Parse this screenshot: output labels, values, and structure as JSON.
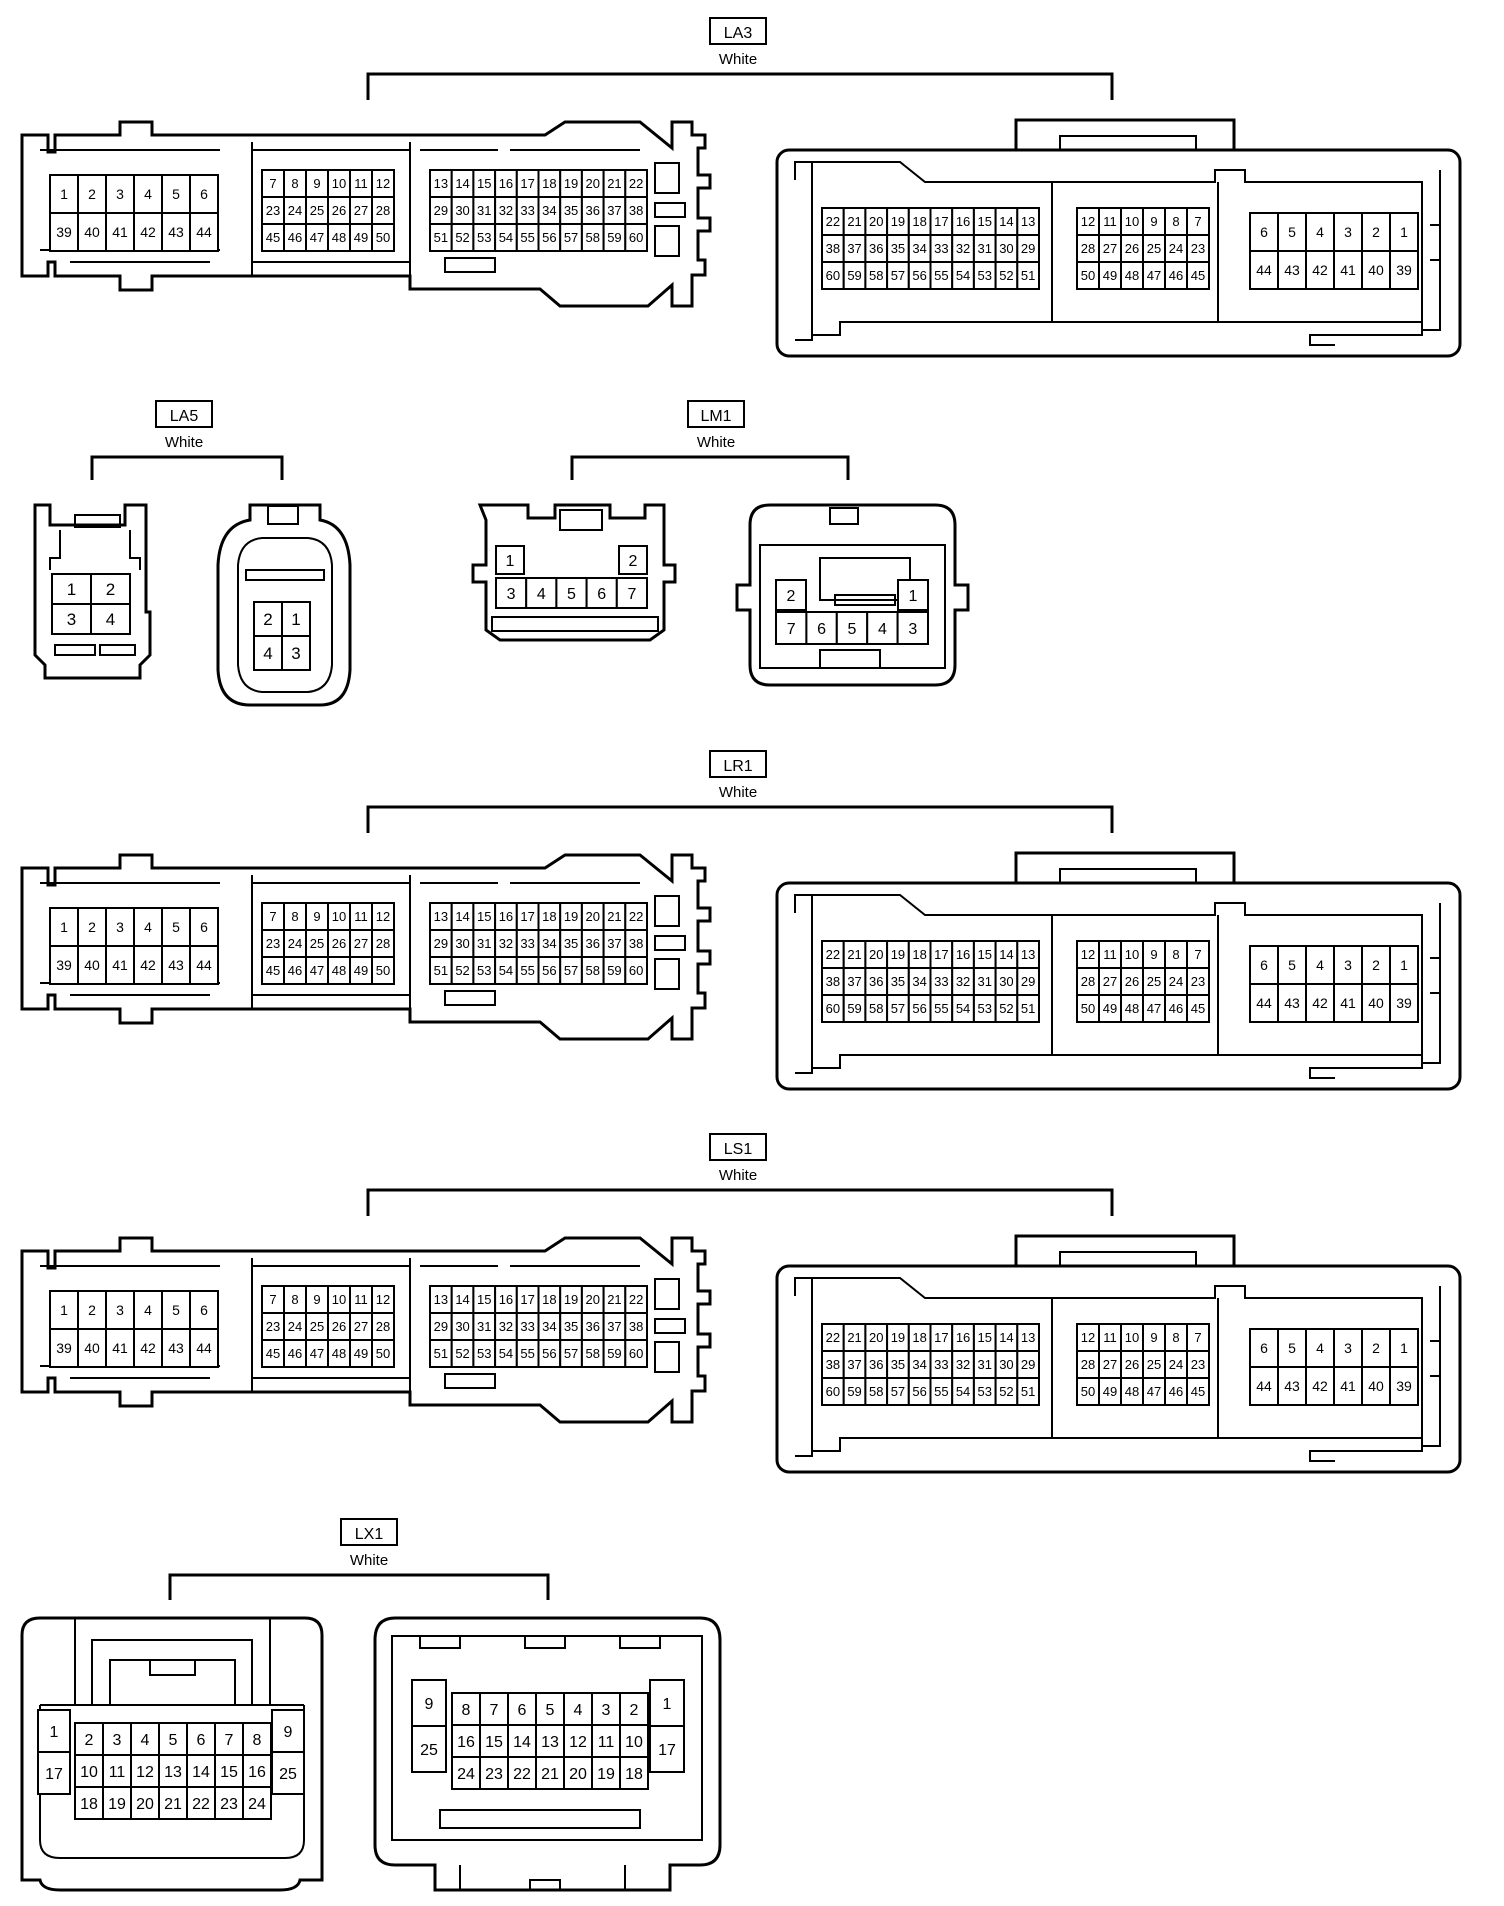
{
  "connectors": [
    {
      "code": "LA3",
      "color": "White",
      "views": [
        {
          "blocks": [
            {
              "rows": [
                [
                  "1",
                  "2",
                  "3",
                  "4",
                  "5",
                  "6"
                ],
                [
                  "39",
                  "40",
                  "41",
                  "42",
                  "43",
                  "44"
                ]
              ]
            },
            {
              "rows": [
                [
                  "7",
                  "8",
                  "9",
                  "10",
                  "11",
                  "12"
                ],
                [
                  "23",
                  "24",
                  "25",
                  "26",
                  "27",
                  "28"
                ],
                [
                  "45",
                  "46",
                  "47",
                  "48",
                  "49",
                  "50"
                ]
              ]
            },
            {
              "rows": [
                [
                  "13",
                  "14",
                  "15",
                  "16",
                  "17",
                  "18",
                  "19",
                  "20",
                  "21",
                  "22"
                ],
                [
                  "29",
                  "30",
                  "31",
                  "32",
                  "33",
                  "34",
                  "35",
                  "36",
                  "37",
                  "38"
                ],
                [
                  "51",
                  "52",
                  "53",
                  "54",
                  "55",
                  "56",
                  "57",
                  "58",
                  "59",
                  "60"
                ]
              ]
            }
          ]
        },
        {
          "blocks": [
            {
              "rows": [
                [
                  "22",
                  "21",
                  "20",
                  "19",
                  "18",
                  "17",
                  "16",
                  "15",
                  "14",
                  "13"
                ],
                [
                  "38",
                  "37",
                  "36",
                  "35",
                  "34",
                  "33",
                  "32",
                  "31",
                  "30",
                  "29"
                ],
                [
                  "60",
                  "59",
                  "58",
                  "57",
                  "56",
                  "55",
                  "54",
                  "53",
                  "52",
                  "51"
                ]
              ]
            },
            {
              "rows": [
                [
                  "12",
                  "11",
                  "10",
                  "9",
                  "8",
                  "7"
                ],
                [
                  "28",
                  "27",
                  "26",
                  "25",
                  "24",
                  "23"
                ],
                [
                  "50",
                  "49",
                  "48",
                  "47",
                  "46",
                  "45"
                ]
              ]
            },
            {
              "rows": [
                [
                  "6",
                  "5",
                  "4",
                  "3",
                  "2",
                  "1"
                ],
                [
                  "44",
                  "43",
                  "42",
                  "41",
                  "40",
                  "39"
                ]
              ]
            }
          ]
        }
      ]
    },
    {
      "code": "LA5",
      "color": "White",
      "views": [
        {
          "blocks": [
            {
              "rows": [
                [
                  "1",
                  "2"
                ],
                [
                  "3",
                  "4"
                ]
              ]
            }
          ]
        },
        {
          "blocks": [
            {
              "rows": [
                [
                  "2",
                  "1"
                ],
                [
                  "4",
                  "3"
                ]
              ]
            }
          ]
        }
      ]
    },
    {
      "code": "LM1",
      "color": "White",
      "views": [
        {
          "top": [
            "1",
            "2"
          ],
          "blocks": [
            {
              "rows": [
                [
                  "3",
                  "4",
                  "5",
                  "6",
                  "7"
                ]
              ]
            }
          ]
        },
        {
          "top": [
            "2",
            "1"
          ],
          "blocks": [
            {
              "rows": [
                [
                  "7",
                  "6",
                  "5",
                  "4",
                  "3"
                ]
              ]
            }
          ]
        }
      ]
    },
    {
      "code": "LR1",
      "color": "White",
      "views": [
        {
          "blocks": [
            {
              "rows": [
                [
                  "1",
                  "2",
                  "3",
                  "4",
                  "5",
                  "6"
                ],
                [
                  "39",
                  "40",
                  "41",
                  "42",
                  "43",
                  "44"
                ]
              ]
            },
            {
              "rows": [
                [
                  "7",
                  "8",
                  "9",
                  "10",
                  "11",
                  "12"
                ],
                [
                  "23",
                  "24",
                  "25",
                  "26",
                  "27",
                  "28"
                ],
                [
                  "45",
                  "46",
                  "47",
                  "48",
                  "49",
                  "50"
                ]
              ]
            },
            {
              "rows": [
                [
                  "13",
                  "14",
                  "15",
                  "16",
                  "17",
                  "18",
                  "19",
                  "20",
                  "21",
                  "22"
                ],
                [
                  "29",
                  "30",
                  "31",
                  "32",
                  "33",
                  "34",
                  "35",
                  "36",
                  "37",
                  "38"
                ],
                [
                  "51",
                  "52",
                  "53",
                  "54",
                  "55",
                  "56",
                  "57",
                  "58",
                  "59",
                  "60"
                ]
              ]
            }
          ]
        },
        {
          "blocks": [
            {
              "rows": [
                [
                  "22",
                  "21",
                  "20",
                  "19",
                  "18",
                  "17",
                  "16",
                  "15",
                  "14",
                  "13"
                ],
                [
                  "38",
                  "37",
                  "36",
                  "35",
                  "34",
                  "33",
                  "32",
                  "31",
                  "30",
                  "29"
                ],
                [
                  "60",
                  "59",
                  "58",
                  "57",
                  "56",
                  "55",
                  "54",
                  "53",
                  "52",
                  "51"
                ]
              ]
            },
            {
              "rows": [
                [
                  "12",
                  "11",
                  "10",
                  "9",
                  "8",
                  "7"
                ],
                [
                  "28",
                  "27",
                  "26",
                  "25",
                  "24",
                  "23"
                ],
                [
                  "50",
                  "49",
                  "48",
                  "47",
                  "46",
                  "45"
                ]
              ]
            },
            {
              "rows": [
                [
                  "6",
                  "5",
                  "4",
                  "3",
                  "2",
                  "1"
                ],
                [
                  "44",
                  "43",
                  "42",
                  "41",
                  "40",
                  "39"
                ]
              ]
            }
          ]
        }
      ]
    },
    {
      "code": "LS1",
      "color": "White",
      "views": [
        {
          "blocks": [
            {
              "rows": [
                [
                  "1",
                  "2",
                  "3",
                  "4",
                  "5",
                  "6"
                ],
                [
                  "39",
                  "40",
                  "41",
                  "42",
                  "43",
                  "44"
                ]
              ]
            },
            {
              "rows": [
                [
                  "7",
                  "8",
                  "9",
                  "10",
                  "11",
                  "12"
                ],
                [
                  "23",
                  "24",
                  "25",
                  "26",
                  "27",
                  "28"
                ],
                [
                  "45",
                  "46",
                  "47",
                  "48",
                  "49",
                  "50"
                ]
              ]
            },
            {
              "rows": [
                [
                  "13",
                  "14",
                  "15",
                  "16",
                  "17",
                  "18",
                  "19",
                  "20",
                  "21",
                  "22"
                ],
                [
                  "29",
                  "30",
                  "31",
                  "32",
                  "33",
                  "34",
                  "35",
                  "36",
                  "37",
                  "38"
                ],
                [
                  "51",
                  "52",
                  "53",
                  "54",
                  "55",
                  "56",
                  "57",
                  "58",
                  "59",
                  "60"
                ]
              ]
            }
          ]
        },
        {
          "blocks": [
            {
              "rows": [
                [
                  "22",
                  "21",
                  "20",
                  "19",
                  "18",
                  "17",
                  "16",
                  "15",
                  "14",
                  "13"
                ],
                [
                  "38",
                  "37",
                  "36",
                  "35",
                  "34",
                  "33",
                  "32",
                  "31",
                  "30",
                  "29"
                ],
                [
                  "60",
                  "59",
                  "58",
                  "57",
                  "56",
                  "55",
                  "54",
                  "53",
                  "52",
                  "51"
                ]
              ]
            },
            {
              "rows": [
                [
                  "12",
                  "11",
                  "10",
                  "9",
                  "8",
                  "7"
                ],
                [
                  "28",
                  "27",
                  "26",
                  "25",
                  "24",
                  "23"
                ],
                [
                  "50",
                  "49",
                  "48",
                  "47",
                  "46",
                  "45"
                ]
              ]
            },
            {
              "rows": [
                [
                  "6",
                  "5",
                  "4",
                  "3",
                  "2",
                  "1"
                ],
                [
                  "44",
                  "43",
                  "42",
                  "41",
                  "40",
                  "39"
                ]
              ]
            }
          ]
        }
      ]
    },
    {
      "code": "LX1",
      "color": "White",
      "views": [
        {
          "side_left": [
            "1",
            "17"
          ],
          "side_right": [
            "9",
            "25"
          ],
          "blocks": [
            {
              "rows": [
                [
                  "2",
                  "3",
                  "4",
                  "5",
                  "6",
                  "7",
                  "8"
                ],
                [
                  "10",
                  "11",
                  "12",
                  "13",
                  "14",
                  "15",
                  "16"
                ],
                [
                  "18",
                  "19",
                  "20",
                  "21",
                  "22",
                  "23",
                  "24"
                ]
              ]
            }
          ]
        },
        {
          "side_left": [
            "9",
            "25"
          ],
          "side_right": [
            "1",
            "17"
          ],
          "blocks": [
            {
              "rows": [
                [
                  "8",
                  "7",
                  "6",
                  "5",
                  "4",
                  "3",
                  "2"
                ],
                [
                  "16",
                  "15",
                  "14",
                  "13",
                  "12",
                  "11",
                  "10"
                ],
                [
                  "24",
                  "23",
                  "22",
                  "21",
                  "20",
                  "19",
                  "18"
                ]
              ]
            }
          ]
        }
      ]
    }
  ]
}
